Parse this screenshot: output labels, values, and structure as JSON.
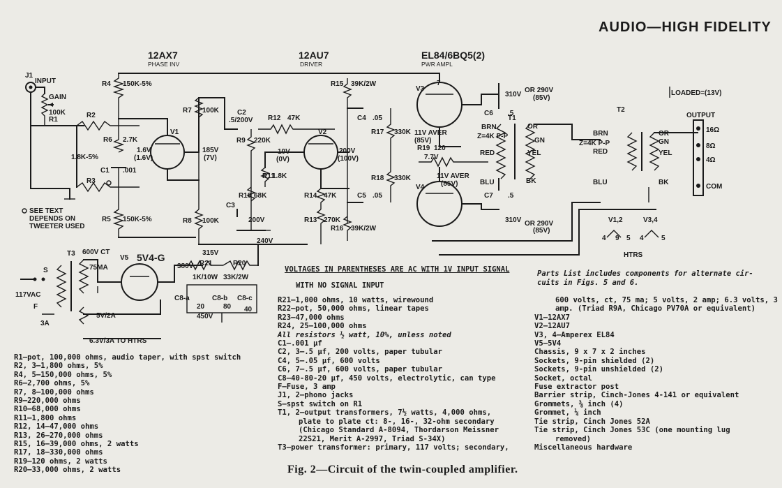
{
  "header": "AUDIO—HIGH FIDELITY",
  "tubes": {
    "v1_type": "12AX7",
    "v1_func": "PHASE INV",
    "v2_type": "12AU7",
    "v2_func": "DRIVER",
    "v3v4_type": "EL84/6BQ5(2)",
    "v3v4_func": "PWR AMPL",
    "v5_type": "5V4-G"
  },
  "labels": {
    "input": "INPUT",
    "j1": "J1",
    "gain": "GAIN",
    "r1": "R1",
    "r1_val": "100K",
    "r2": "R2",
    "r2_val": "1.8K-5%",
    "r3": "R3",
    "r4": "R4",
    "r4_val": "150K-5%",
    "r5": "R5",
    "r5_val": "150K-5%",
    "r6": "R6",
    "r6_val": "2.7K",
    "v1": "V1",
    "v1_k": "1.6V",
    "v1_k2": "(1.6V)",
    "c1": "C1",
    "c1_val": ".001",
    "see_text_1": "SEE TEXT",
    "see_text_2": "DEPENDS ON",
    "see_text_3": "TWEETER USED",
    "r7": "R7",
    "r7_val": "100K",
    "r8": "R8",
    "r8_val": "100K",
    "v1_plate": "185V",
    "v1_plate2": "(7V)",
    "c2": "C2",
    "c2_val": ".5/200V",
    "r12": "R12",
    "r12_val": "47K",
    "r9": "R9",
    "r9_val": "220K",
    "v2": "V2",
    "v2_k": "10V",
    "v2_k2": "(0V)",
    "r11": "R11",
    "r11_val": "1.8K",
    "r10": "R10",
    "r10_val": "68K",
    "c3": "C3",
    "c3_val": "200V",
    "r14": "R14",
    "r14_val": "47K",
    "r13": "R13",
    "r13_val": "270K",
    "v2_plate": "200V",
    "v2_plate2": "(100V)",
    "b_plus": "240V",
    "r15": "R15",
    "r15_val": "39K/2W",
    "r16": "R16",
    "r16_val": "39K/2W",
    "c4": "C4",
    "c4_val": ".05",
    "c5": "C5",
    "c5_val": ".05",
    "r17": "R17",
    "r17_val": "330K",
    "r18": "R18",
    "r18_val": "330K",
    "v3": "V3",
    "v4": "V4",
    "v3_av": "11V AVER",
    "v3_av2": "(85V)",
    "v4_av": "11V AVER",
    "v4_av2": "(85V)",
    "r19": "R19",
    "r19_val": "120",
    "r19_v": "7.7V",
    "t1": "T1",
    "t1_z": "Z=4K P-P",
    "c6": "C6",
    "c6_val": ".5",
    "c7": "C7",
    "c7_val": ".5",
    "v3_plate": "310V",
    "v3_or": "OR 290V",
    "v3_or2": "(85V)",
    "v4_plate": "310V",
    "v4_or": "OR 290V",
    "v4_or2": "(85V)",
    "brn": "BRN",
    "red": "RED",
    "blu": "BLU",
    "or": "OR",
    "gn": "GN",
    "yel": "YEL",
    "bk": "BK",
    "t2": "T2",
    "t2_z": "Z=4K P-P",
    "loaded": "LOADED=(13V)",
    "output": "OUTPUT",
    "o16": "16Ω",
    "o8": "8Ω",
    "o4": "4Ω",
    "com": "COM",
    "t3": "T3",
    "t3_ct": "600V CT",
    "t3_ma": "75MA",
    "s": "S",
    "f": "F",
    "ac": "117VAC",
    "fuse": "3A",
    "v5": "V5",
    "fil": "5V/2A",
    "htrs": "6.3V/3A TO HTRS",
    "r21": "R21",
    "r21_val": "1K/10W",
    "r20": "R20",
    "r20_val": "33K/2W",
    "v_315": "315V",
    "v_380": "380V",
    "v_450": "450V",
    "c8a": "C8-a",
    "c8b": "C8-b",
    "c8c": "C8-c",
    "c8_20": "20",
    "c8_80": "80",
    "c8_40": "40",
    "v12": "V1,2",
    "v34": "V3,4",
    "htrs_lbl": "HTRS",
    "p4": "4",
    "p5": "5",
    "p9": "9"
  },
  "notes": {
    "voltages": "VOLTAGES IN PARENTHESES ARE AC WITH 1V INPUT SIGNAL",
    "no_signal": "WITH NO SIGNAL INPUT"
  },
  "parts_left": [
    "R1—pot, 100,000 ohms, audio taper, with spst switch",
    "R2, 3—1,800 ohms, 5%",
    "R4, 5—150,000 ohms, 5%",
    "R6—2,700 ohms, 5%",
    "R7, 8—100,000 ohms",
    "R9—220,000 ohms",
    "R10—68,000 ohms",
    "R11—1,800 ohms",
    "R12, 14—47,000 ohms",
    "R13, 26—270,000 ohms",
    "R15, 16—39,000 ohms, 2 watts",
    "R17, 18—330,000 ohms",
    "R19—120 ohms, 2 watts",
    "R20—33,000 ohms, 2 watts"
  ],
  "parts_mid": [
    "R21—1,000 ohms, 10 watts, wirewound",
    "R22—pot, 50,000 ohms, linear tapes",
    "R23—47,000 ohms",
    "R24, 25—100,000 ohms",
    "All resistors ½ watt, 10%, unless noted",
    "C1—.001 µf",
    "C2, 3—.5 µf, 200 volts, paper tubular",
    "C4, 5—.05 µf, 600 volts",
    "C6, 7—.5 µf, 600 volts, paper tubular",
    "C8—40-80-20 µf, 450 volts, electrolytic, can type",
    "F—Fuse, 3 amp",
    "J1, 2—phono jacks",
    "S—spst switch on R1",
    "T1, 2—output transformers, 7½ watts, 4,000 ohms,",
    "plate to plate ct: 8-, 16-, 32-ohm secondary",
    "(Chicago Standard A-8094, Thordarson Meissner",
    "22S21, Merit A-2997, Triad S-34X)",
    "T3—power transformer: primary, 117 volts; secondary,"
  ],
  "parts_right_intro": [
    "Parts List includes components for alternate cir-",
    "cuits in Figs. 5 and 6."
  ],
  "parts_right": [
    "600 volts, ct, 75 ma; 5 volts, 2 amp; 6.3 volts, 3",
    "amp. (Triad R9A, Chicago PV70A or equivalent)",
    "V1—12AX7",
    "V2—12AU7",
    "V3, 4—Amperex EL84",
    "V5—5V4",
    "Chassis, 9 x 7 x 2 inches",
    "Sockets, 9-pin shielded (2)",
    "Sockets, 9-pin unshielded (2)",
    "Socket, octal",
    "Fuse extractor post",
    "Barrier strip, Cinch-Jones 4-141 or equivalent",
    "Grommets, ⅜ inch (4)",
    "Grommet, ¼ inch",
    "Tie strip, Cinch Jones 52A",
    "Tie strip, Cinch Jones 53C (one mounting lug",
    "removed)",
    "Miscellaneous hardware"
  ],
  "caption": "Fig. 2—Circuit of the twin-coupled amplifier."
}
